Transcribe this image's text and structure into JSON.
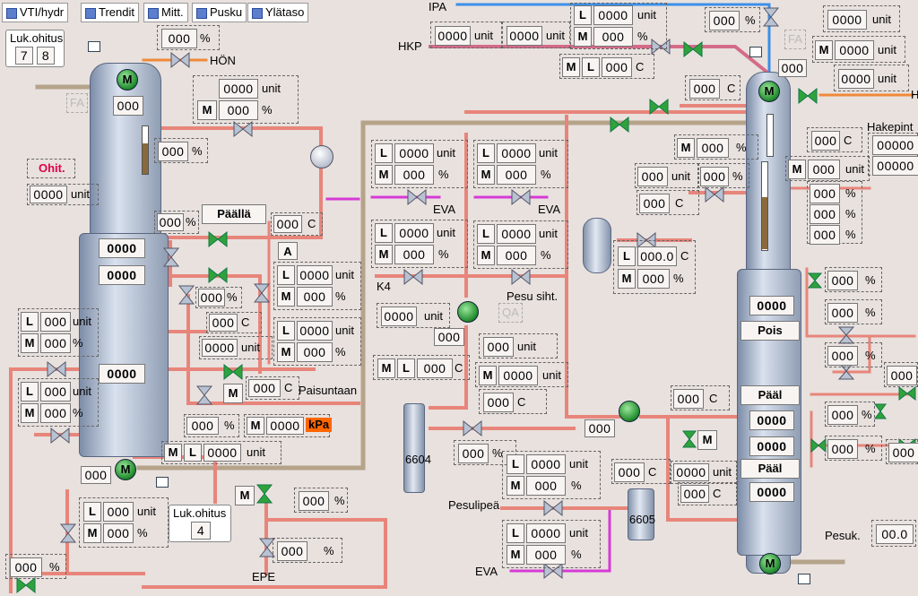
{
  "tabs": [
    {
      "label": "VTI/hydr"
    },
    {
      "label": "Trendit"
    },
    {
      "label": "Mitt."
    },
    {
      "label": "Pusku"
    },
    {
      "label": "Ylätaso"
    }
  ],
  "luk_ohitus_left": {
    "title": "Luk.ohitus",
    "values": [
      "7",
      "8"
    ]
  },
  "luk_ohitus_bottom": {
    "title": "Luk.ohitus",
    "value": "4"
  },
  "labels": {
    "hon": "HÖN",
    "ipa": "IPA",
    "hkp": "HKP",
    "eva": "EVA",
    "k4": "K4",
    "pesu_siht": "Pesu siht.",
    "paisuntaan": "Paisuntaan",
    "epe": "EPE",
    "pesulipea": "Pesulipeä",
    "hakepint": "Hakepint",
    "pesuk": "Pesuk.",
    "ohit": "Ohit.",
    "fa": "FA",
    "qa": "QA",
    "a": "A",
    "unit": "unit",
    "pct": "%",
    "c": "C",
    "l": "L",
    "m": "M",
    "kpa": "kPa",
    "paalla": "Päällä",
    "pois": "Pois",
    "paal": "Pääl",
    "tank_6604": "6604",
    "tank_6605": "6605"
  },
  "values": {
    "z3": "000",
    "z4": "0000",
    "z5": "00000",
    "z31": "000.0",
    "z01": "00.0"
  },
  "colors": {
    "pipe_red": "#e8857b",
    "pipe_pink": "#d36b88",
    "pipe_tan": "#b5a38a",
    "pipe_blue": "#3b8fe8",
    "pipe_orange": "#ef8a3a",
    "pipe_magenta": "#d63ad6",
    "kpa_bg": "#ff6600",
    "ohit_text": "#e2004a"
  }
}
